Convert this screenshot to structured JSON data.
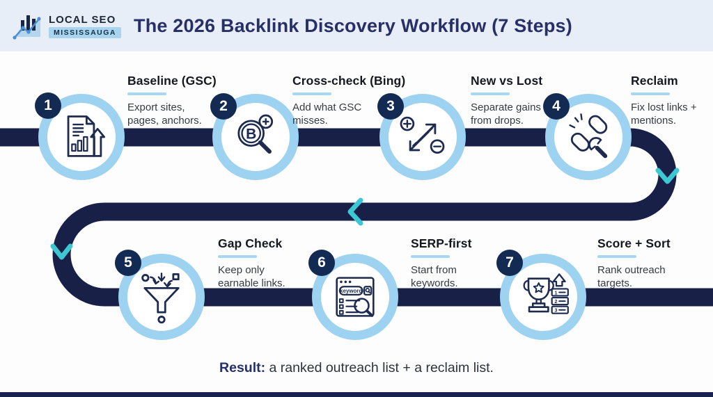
{
  "header": {
    "logo": {
      "line1": "LOCAL SEO",
      "line2": "MISSISSAUGA",
      "icon": "bar-line-chart-logo-icon"
    },
    "title": "The 2026 Backlink Discovery Workflow (7 Steps)"
  },
  "steps": [
    {
      "number": "1",
      "title": "Baseline (GSC)",
      "desc": "Export sites, pages, anchors.",
      "icon": "report-document-up-arrow-icon"
    },
    {
      "number": "2",
      "title": "Cross-check (Bing)",
      "desc": "Add what GSC misses.",
      "icon": "bing-magnifier-plus-icon",
      "icon_letter": "B"
    },
    {
      "number": "3",
      "title": "New vs Lost",
      "desc": "Separate gains from drops.",
      "icon": "gain-loss-arrows-icon"
    },
    {
      "number": "4",
      "title": "Reclaim",
      "desc": "Fix lost links + mentions.",
      "icon": "broken-chain-wrench-icon"
    },
    {
      "number": "5",
      "title": "Gap Check",
      "desc": "Keep only earnable links.",
      "icon": "funnel-filter-icon"
    },
    {
      "number": "6",
      "title": "SERP-first",
      "desc": "Start from keywords.",
      "icon": "serp-browser-search-icon",
      "icon_text": "keyword"
    },
    {
      "number": "7",
      "title": "Score + Sort",
      "desc": "Rank outreach targets.",
      "icon": "trophy-ranking-icon",
      "rank_labels": [
        "1",
        "2",
        "3"
      ]
    }
  ],
  "result": {
    "label": "Result:",
    "text": " a ranked outreach list + a reclaim list."
  },
  "colors": {
    "header_bg": "#e8eef8",
    "title_navy": "#272f66",
    "road_navy": "#182048",
    "ring_blue": "#9ed2f1",
    "badge_navy": "#132a52",
    "chevron_teal": "#3cc7d2",
    "underline_blue": "#a8d7f3",
    "icon_stroke": "#1e2b50"
  }
}
